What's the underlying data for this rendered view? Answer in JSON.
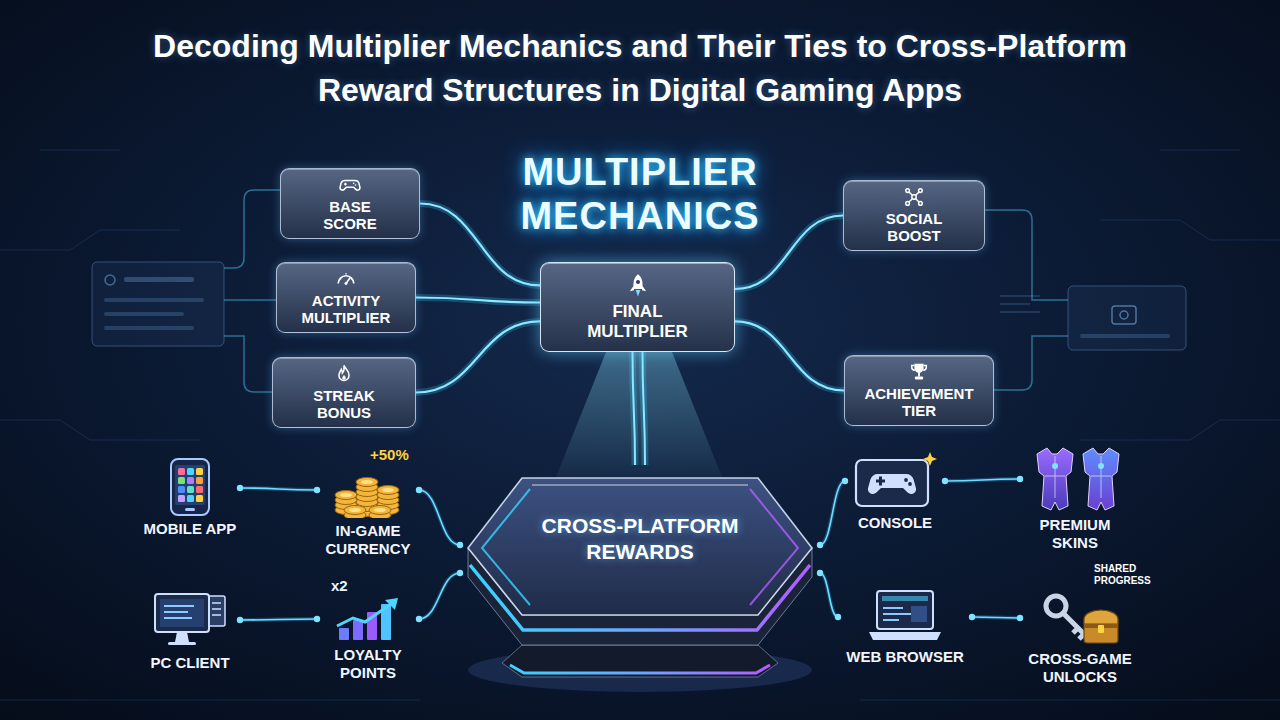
{
  "diagram": {
    "title": "Decoding Multiplier Mechanics and Their Ties to Cross-Platform Reward Structures in Digital Gaming Apps",
    "nodes": [
      {
        "text": [
          "BASE SCORE"
        ]
      },
      {
        "text": [
          "ACTIVITY MULTIPLIER"
        ]
      },
      {
        "text": [
          "STREAK BONUS"
        ]
      },
      {
        "text": [
          "FINAL MULTIPLIER"
        ]
      },
      {
        "text": [
          "SOCIAL BOOST"
        ]
      },
      {
        "text": [
          "ACHIEVEMENT TIER"
        ]
      },
      {
        "text": [
          "CROSS-PLATFORM REWARDS"
        ]
      },
      {
        "text": [
          "MOBILE APP"
        ]
      },
      {
        "text": [
          "IN-GAME CURRENCY"
        ]
      },
      {
        "text": [
          "PC CLIENT"
        ]
      },
      {
        "text": [
          "LOYALTY POINTS"
        ]
      },
      {
        "text": [
          "CONSOLE"
        ]
      },
      {
        "text": [
          "PREMIUM SKINS"
        ]
      },
      {
        "text": [
          "WEB BROWSER"
        ]
      },
      {
        "text": [
          "CROSS-GAME UNLOCKS"
        ]
      }
    ],
    "edges": [
      {
        "from": 0,
        "to": 3,
        "arrow": "none"
      },
      {
        "from": 1,
        "to": 3,
        "arrow": "none"
      },
      {
        "from": 2,
        "to": 3,
        "arrow": "none"
      },
      {
        "from": 3,
        "to": 4,
        "arrow": "none"
      },
      {
        "from": 3,
        "to": 5,
        "arrow": "none"
      },
      {
        "from": 3,
        "to": 6,
        "arrow": "none"
      },
      {
        "from": 7,
        "to": 8,
        "arrow": "none"
      },
      {
        "from": 8,
        "to": 6,
        "arrow": "none"
      },
      {
        "from": 9,
        "to": 10,
        "arrow": "none"
      },
      {
        "from": 10,
        "to": 6,
        "arrow": "none"
      },
      {
        "from": 6,
        "to": 11,
        "arrow": "none"
      },
      {
        "from": 11,
        "to": 12,
        "arrow": "none"
      },
      {
        "from": 6,
        "to": 13,
        "arrow": "none"
      },
      {
        "from": 13,
        "to": 14,
        "arrow": "none"
      }
    ],
    "labels": [
      "MULTIPLIER MECHANICS",
      "+50%",
      "x2",
      "SHARED PROGRESS"
    ]
  }
}
